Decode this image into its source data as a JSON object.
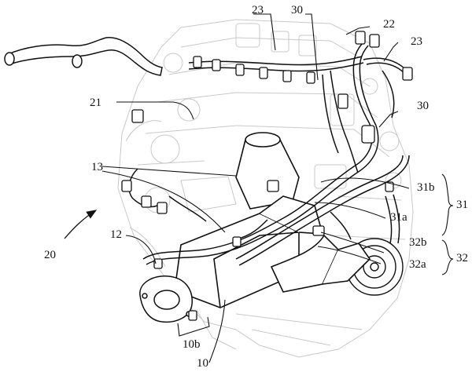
{
  "figure": {
    "labels": {
      "l23a": "23",
      "l30a": "30",
      "l22": "22",
      "l23b": "23",
      "l21": "21",
      "l30b": "30",
      "l13": "13",
      "l31b": "31b",
      "l31": "31",
      "l31a": "31a",
      "l20": "20",
      "l12": "12",
      "l32b": "32b",
      "l32": "32",
      "l32a": "32a",
      "l10b": "10b",
      "l10": "10"
    }
  }
}
